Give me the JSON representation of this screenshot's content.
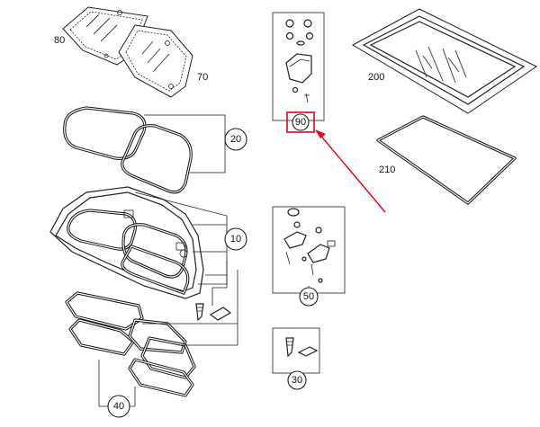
{
  "parts": {
    "p80": "80",
    "p70": "70",
    "p200": "200",
    "p210": "210",
    "p20": "20",
    "p10": "10",
    "p90": "90",
    "p50": "50",
    "p40": "40",
    "p30": "30"
  },
  "colors": {
    "highlight": "#e8001c",
    "line": "#222222"
  }
}
